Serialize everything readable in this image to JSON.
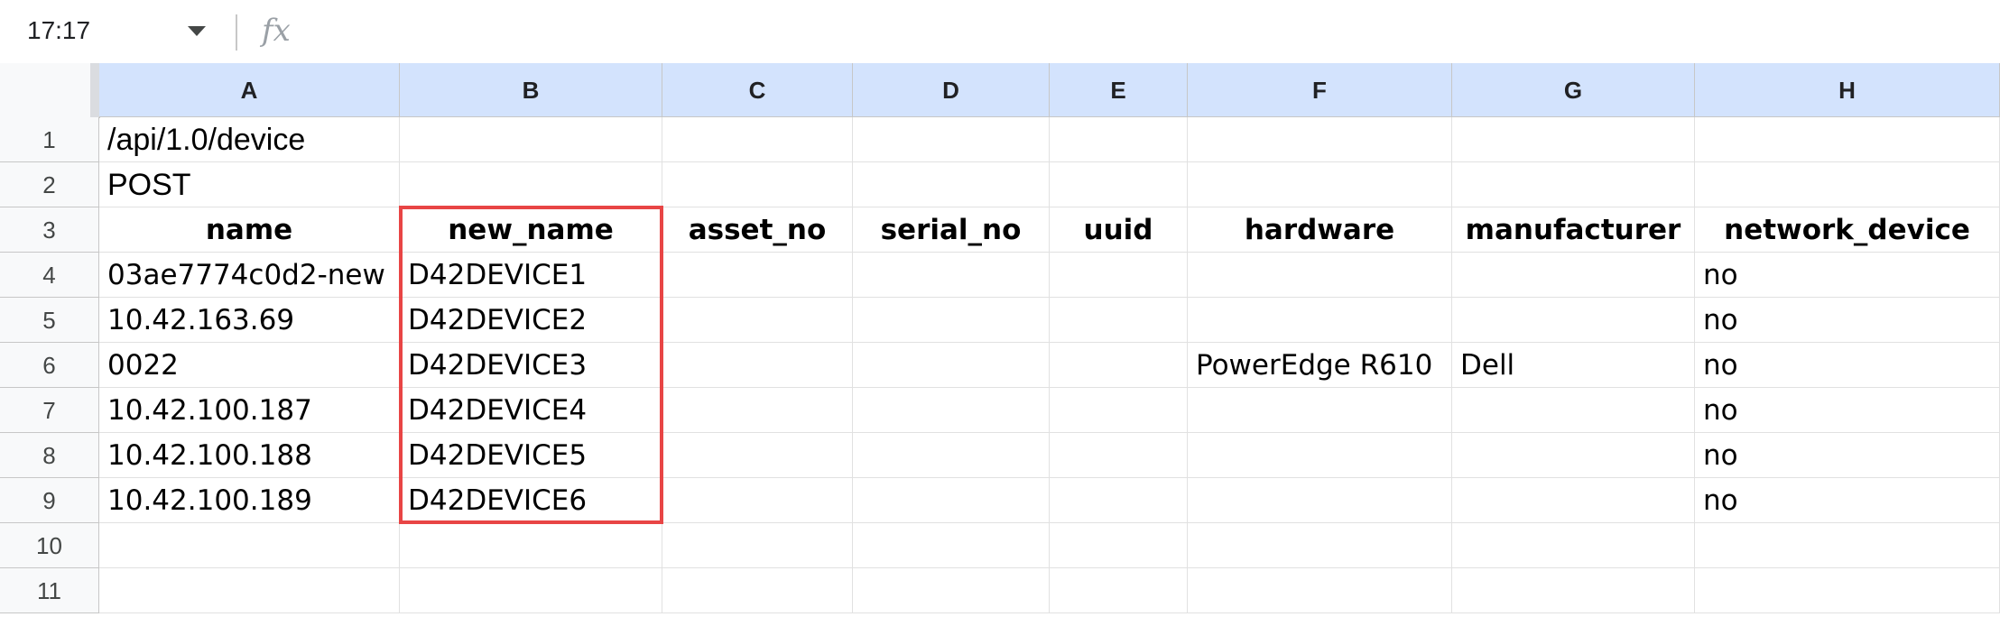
{
  "formula_bar": {
    "name_box": "17:17",
    "fx_label": "fx",
    "formula": ""
  },
  "columns": [
    "A",
    "B",
    "C",
    "D",
    "E",
    "F",
    "G",
    "H"
  ],
  "rows": [
    "1",
    "2",
    "3",
    "4",
    "5",
    "6",
    "7",
    "8",
    "9",
    "10",
    "11"
  ],
  "cells": [
    [
      "/api/1.0/device",
      "",
      "",
      "",
      "",
      "",
      "",
      ""
    ],
    [
      "POST",
      "",
      "",
      "",
      "",
      "",
      "",
      ""
    ],
    [
      "name",
      "new_name",
      "asset_no",
      "serial_no",
      "uuid",
      "hardware",
      "manufacturer",
      "network_device"
    ],
    [
      "03ae7774c0d2-new",
      "D42DEVICE1",
      "",
      "",
      "",
      "",
      "",
      "no"
    ],
    [
      "10.42.163.69",
      "D42DEVICE2",
      "",
      "",
      "",
      "",
      "",
      "no"
    ],
    [
      "0022",
      "D42DEVICE3",
      "",
      "",
      "",
      "PowerEdge R610",
      "Dell",
      "no"
    ],
    [
      "10.42.100.187",
      "D42DEVICE4",
      "",
      "",
      "",
      "",
      "",
      "no"
    ],
    [
      "10.42.100.188",
      "D42DEVICE5",
      "",
      "",
      "",
      "",
      "",
      "no"
    ],
    [
      "10.42.100.189",
      "D42DEVICE6",
      "",
      "",
      "",
      "",
      "",
      "no"
    ],
    [
      "",
      "",
      "",
      "",
      "",
      "",
      "",
      ""
    ],
    [
      "",
      "",
      "",
      "",
      "",
      "",
      "",
      ""
    ]
  ],
  "colors": {
    "column_header_bg": "#d3e3fd",
    "selection_border": "#e84545",
    "row_header_bg": "#f8f9fa"
  }
}
